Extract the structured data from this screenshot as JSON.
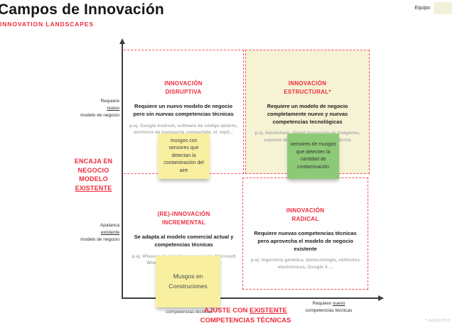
{
  "page": {
    "title": "Campos de Innovación",
    "subtitle": "INNOVATION LANDSCAPES",
    "footnote": "* ARQUITEC"
  },
  "legend": {
    "label": "Equipo"
  },
  "colors": {
    "accent_red": "#ee2b3a",
    "dash_red": "#f94f62",
    "quadrant_fill": "#f5f3d4",
    "sticky_yellow": "#f8f0a0",
    "sticky_green": "#8dca77",
    "axis": "#3d3d3d"
  },
  "quadrants": [
    {
      "id": "disruptiva",
      "title_line1": "INNOVACIÓN",
      "title_line2": "DISRUPTIVA",
      "description": "Requiere un nuevo modelo de negocio pero sin nuevas competencias técnicas",
      "examples": "p.ej. Google Android, software de código abierto, servicios de transporte compartido, el .mp3..."
    },
    {
      "id": "estructural",
      "title_line1": "INNOVACIÓN",
      "title_line2": "ESTRUCTURAL*",
      "description": "Requiere un modelo de negocio completamente nuevo y nuevas competencias tecnológicas",
      "examples": "p.ej. blockchain, digital formación de imágenes, espuma de memoria, grafeno, medicina personalizada"
    },
    {
      "id": "incremental",
      "title_line1": "(RE)-INNOVACIÓN",
      "title_line2": "INCREMENTAL",
      "description": "Se adapta al modelo comercial actual y competencias técnicas",
      "examples": "p.ej. iPhones de próxima generación, Microsoft Windows, Amazon automatizando almacena...dores,"
    },
    {
      "id": "radical",
      "title_line1": "INNOVACIÓN",
      "title_line2": "RADICAL",
      "description": "Requiere nuevas competencias técnicas pero aprovecha el modelo de negocio existente",
      "examples": "p.ej. Ingeniería genética, biotecnología, vehículos electrónicos, Google X ..."
    }
  ],
  "sticky_notes": [
    {
      "text": "musgos con sensores que detectan la contaminación del aire",
      "color": "#f8f0a0"
    },
    {
      "text": "sensores de musgos que detecten la cantidad de contaminación",
      "color": "#8dca77"
    },
    {
      "text": "Musgos en Construciones",
      "color": "#f8f0a0"
    }
  ],
  "y_axis": {
    "top": {
      "line1": "Requiere",
      "line2": "nuevo",
      "line3": "modelo de negocio"
    },
    "middle": {
      "line1": "ENCAJA EN",
      "line2": "NEGOCIO",
      "line3": "MODELO",
      "line4": "EXISTENTE"
    },
    "bottom": {
      "line1": "Apalanca",
      "line2": "existente",
      "line3": "modelo de negocio"
    }
  },
  "x_axis": {
    "left_label": "competencias técnicas",
    "center": {
      "line1_pre": "AJUSTE CON",
      "line1_em": "EXISTENTE",
      "line2": "COMPETENCIAS TÉCNICAS"
    },
    "right": {
      "line1_pre": "Requiere",
      "line1_em": "nuevo",
      "line2": "competencias técnicas"
    }
  }
}
